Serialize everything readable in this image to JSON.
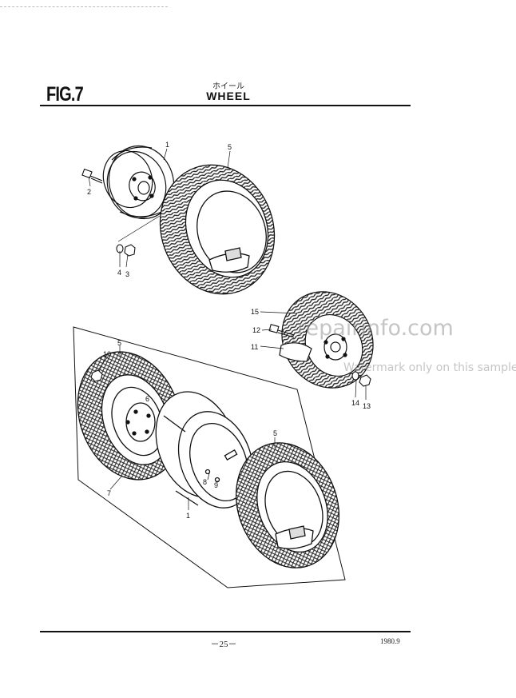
{
  "header": {
    "fig_label": "FIG.7",
    "title_jp": "ホイール",
    "title_en": "WHEEL"
  },
  "callouts": {
    "c1": "1",
    "c2": "2",
    "c3": "3",
    "c4": "4",
    "c5": "5",
    "c5b": "5",
    "c5c": "5",
    "c6": "6",
    "c7": "7",
    "c8": "8",
    "c9": "9",
    "c10": "10",
    "c11": "11",
    "c12": "12",
    "c13": "13",
    "c14": "14",
    "c15": "15",
    "c1b": "1"
  },
  "watermark": {
    "url": "repairinfo.com",
    "note": "Watermark only on this sample"
  },
  "footer": {
    "page_number": "－25－",
    "date": "1980.9"
  }
}
